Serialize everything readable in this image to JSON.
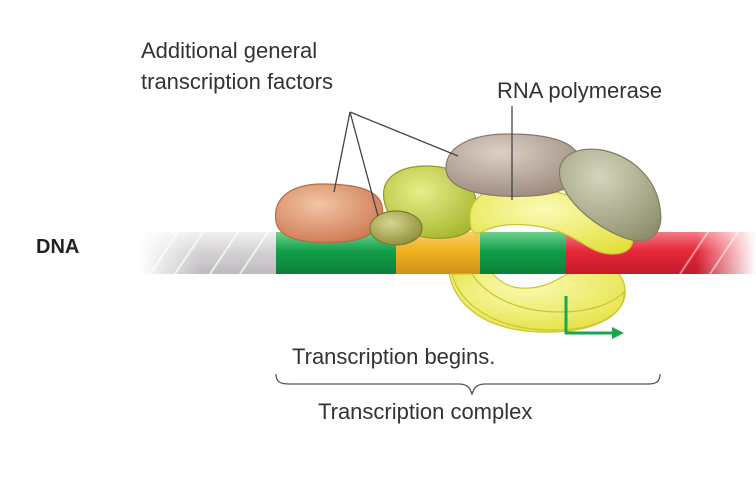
{
  "labels": {
    "tf_line1": "Additional general",
    "tf_line2": "transcription factors",
    "rna_polymerase": "RNA polymerase",
    "dna": "DNA",
    "transcription_begins": "Transcription begins.",
    "transcription_complex": "Transcription complex"
  },
  "colors": {
    "dna_green": "#13a04a",
    "dna_orange": "#f0b21f",
    "dna_red": "#e8283a",
    "dna_grey": "#d6d3d6",
    "tf_brown": "#d98a62",
    "tf_olive": "#a9a84e",
    "tf_yellowgreen": "#b9c638",
    "polymerase_grey": "#b3a195",
    "polymerase_green_grey": "#a7a88a",
    "polymerase_yellow": "#f0ef56",
    "start_arrow": "#1aa650"
  }
}
